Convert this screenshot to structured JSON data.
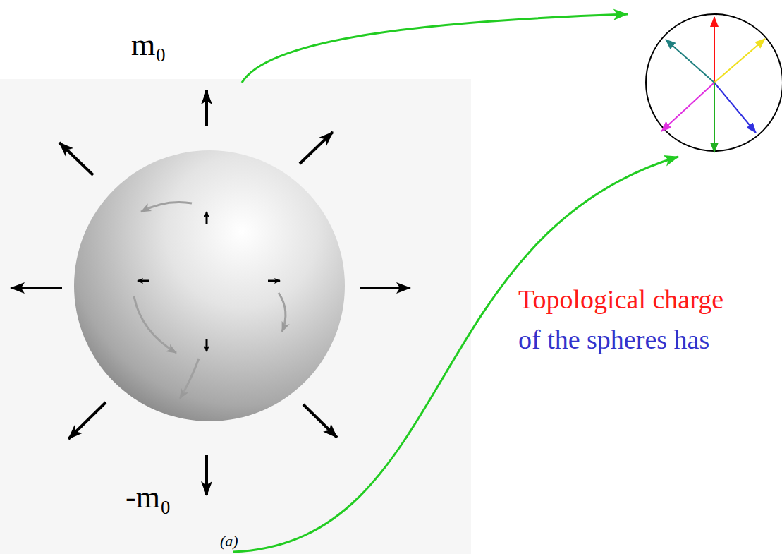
{
  "diagram": {
    "labels": [
      "m₀",
      "-m₀",
      "(a)",
      "Topological charge",
      "of the spheres has"
    ]
  }
}
